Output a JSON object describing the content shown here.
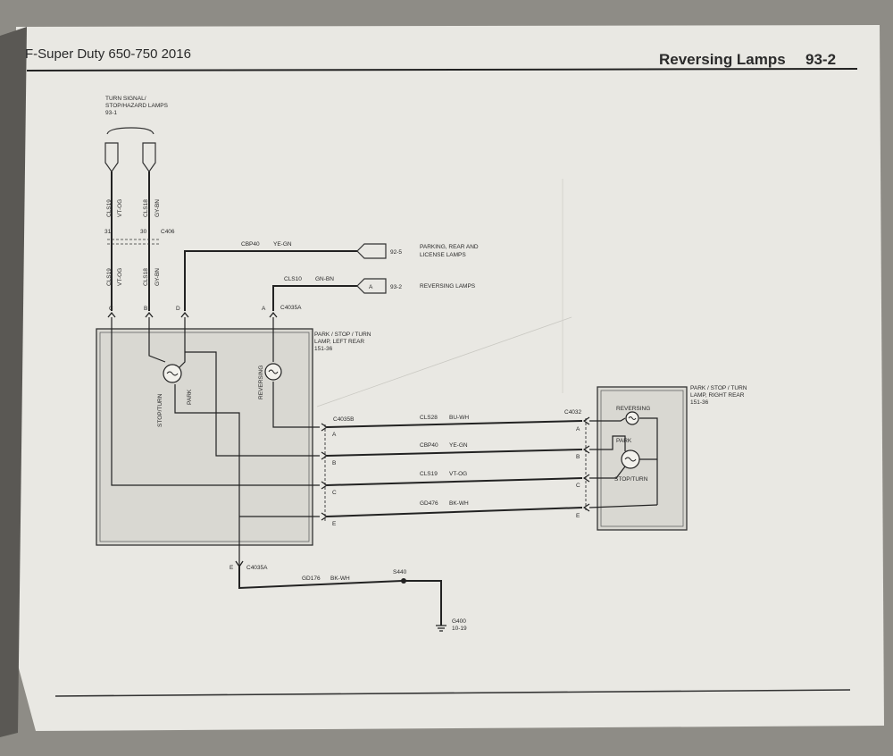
{
  "header": {
    "manual_title": "F-Super Duty 650-750 2016",
    "section_title": "Reversing Lamps",
    "page_number": "93-2"
  },
  "inputs": {
    "source_label_1": "TURN SIGNAL/",
    "source_label_2": "STOP/HAZARD LAMPS",
    "source_ref": "93-1",
    "wire_left": {
      "circuit": "CLS19",
      "color": "VT-OG"
    },
    "wire_right": {
      "circuit": "CLS18",
      "color": "GY-BN"
    },
    "pin_left": "31",
    "pin_right": "30",
    "connector": "C406"
  },
  "outputs": [
    {
      "circuit": "CBP40",
      "color": "YE-GN",
      "connector_pin": "",
      "ref": "92-5",
      "label_1": "PARKING, REAR AND",
      "label_2": "LICENSE LAMPS"
    },
    {
      "circuit": "CLS10",
      "color": "GN-BN",
      "connector_pin": "A",
      "ref": "93-2",
      "label_1": "REVERSING LAMPS",
      "label_2": ""
    }
  ],
  "left_lamp": {
    "title_1": "PARK / STOP / TURN",
    "title_2": "LAMP, LEFT REAR",
    "ref": "151-36",
    "connector_top": "C4035A",
    "connector_bottom": "C4035A",
    "connector_right": "C4035B",
    "top_pins": [
      "C",
      "B",
      "D",
      "A"
    ],
    "bulbs": [
      "STOP/TURN",
      "PARK",
      "REVERSING"
    ]
  },
  "right_lamp": {
    "title_1": "PARK / STOP / TURN",
    "title_2": "LAMP, RIGHT REAR",
    "ref": "151-36",
    "connector": "C4032",
    "bulbs": [
      "REVERSING",
      "PARK",
      "STOP/TURN"
    ]
  },
  "cross_wires": [
    {
      "pin_left": "A",
      "pin_right": "A",
      "circuit": "CLS28",
      "color": "BU-WH"
    },
    {
      "pin_left": "B",
      "pin_right": "B",
      "circuit": "CBP40",
      "color": "YE-GN"
    },
    {
      "pin_left": "C",
      "pin_right": "C",
      "circuit": "CLS19",
      "color": "VT-OG"
    },
    {
      "pin_left": "E",
      "pin_right": "E",
      "circuit": "GD476",
      "color": "BK-WH"
    }
  ],
  "ground": {
    "pin": "E",
    "circuit": "GD176",
    "color": "BK-WH",
    "splice": "S440",
    "ground_id": "G400",
    "ground_ref": "10-19"
  }
}
